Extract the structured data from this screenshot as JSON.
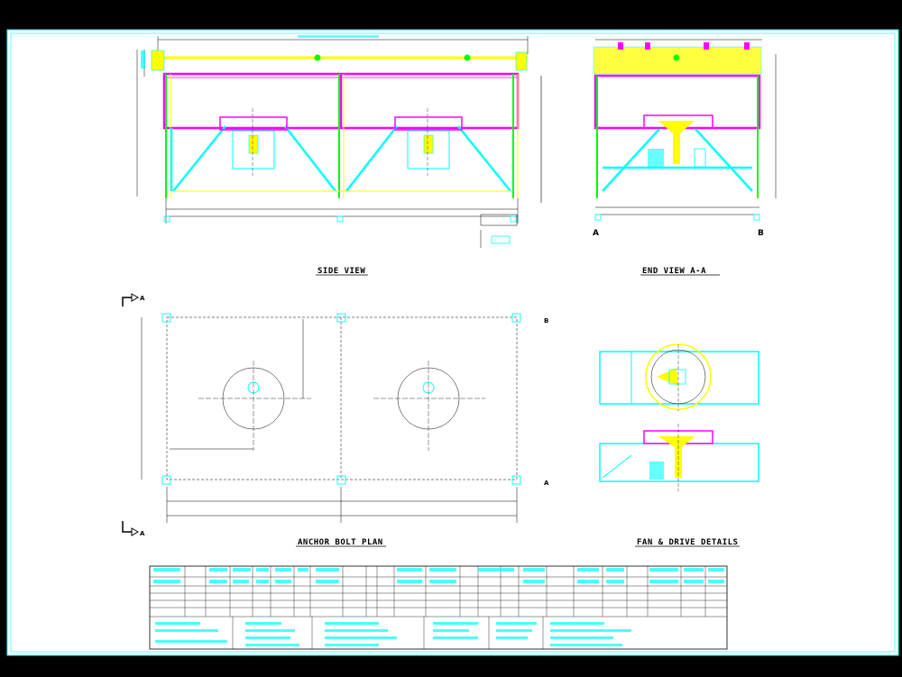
{
  "drawing": {
    "views": {
      "side_view": "SIDE VIEW",
      "end_view": "END VIEW A-A",
      "anchor_bolt_plan": "ANCHOR BOLT PLAN",
      "fan_drive_details": "FAN & DRIVE DETAILS"
    },
    "section_marks": {
      "section_a_top": "A",
      "section_a_bottom": "A",
      "end_a": "A",
      "end_b": "B",
      "plan_b": "B",
      "plan_a": "A"
    }
  },
  "colors": {
    "background": "#ffffff",
    "frame": "#00ffff",
    "magenta": "#ff00ff",
    "yellow": "#ffff00",
    "green": "#00ff00",
    "black": "#000000",
    "outer": "#000000"
  }
}
